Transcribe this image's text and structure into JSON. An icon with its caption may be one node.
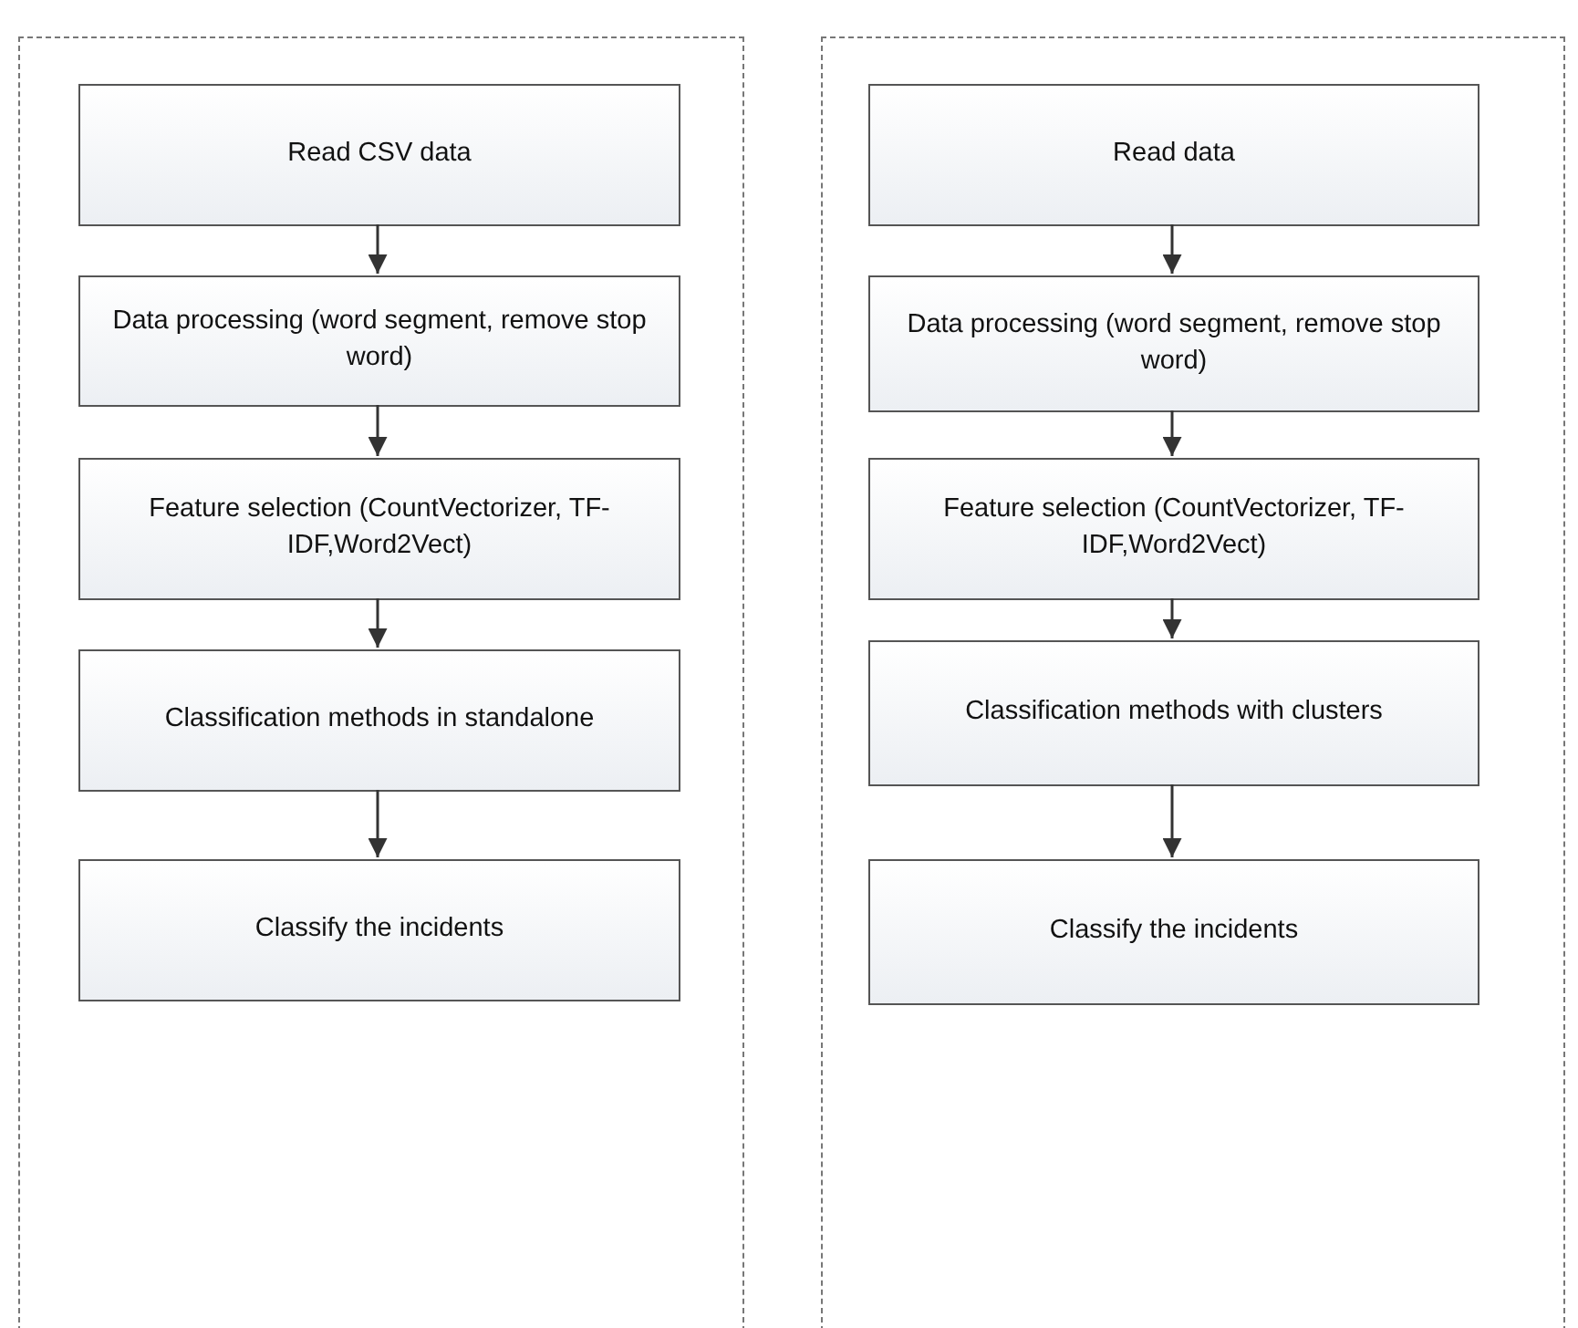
{
  "diagram": {
    "nodes": [
      {
        "text": [],
        "shape": "box"
      },
      {
        "text": [
          "Read CSV data"
        ],
        "in": 0
      },
      {
        "text": [
          "Data processing (word segment, remove stop word)"
        ],
        "in": 0
      },
      {
        "text": [
          "Feature selection (CountVectorizer, TF-IDF,Word2Vect)"
        ],
        "in": 0
      },
      {
        "text": [
          "Classification methods in standalone"
        ],
        "in": 0
      },
      {
        "text": [
          "Classify the incidents"
        ],
        "in": 0
      },
      {
        "text": [],
        "shape": "box"
      },
      {
        "text": [
          "Read data"
        ],
        "in": 6
      },
      {
        "text": [
          "Data processing (word segment, remove stop word)"
        ],
        "in": 6
      },
      {
        "text": [
          "Feature selection (CountVectorizer, TF-IDF,Word2Vect)"
        ],
        "in": 6
      },
      {
        "text": [
          "Classification methods with clusters"
        ],
        "in": 6
      },
      {
        "text": [
          "Classify the incidents"
        ],
        "in": 6
      }
    ],
    "edges": [
      {
        "from": 1,
        "to": 2,
        "arrow": "to"
      },
      {
        "from": 2,
        "to": 3,
        "arrow": "to"
      },
      {
        "from": 3,
        "to": 4,
        "arrow": "to"
      },
      {
        "from": 4,
        "to": 5,
        "arrow": "to"
      },
      {
        "from": 7,
        "to": 8,
        "arrow": "to"
      },
      {
        "from": 8,
        "to": 9,
        "arrow": "to"
      },
      {
        "from": 9,
        "to": 10,
        "arrow": "to"
      },
      {
        "from": 10,
        "to": 11,
        "arrow": "to"
      }
    ]
  }
}
